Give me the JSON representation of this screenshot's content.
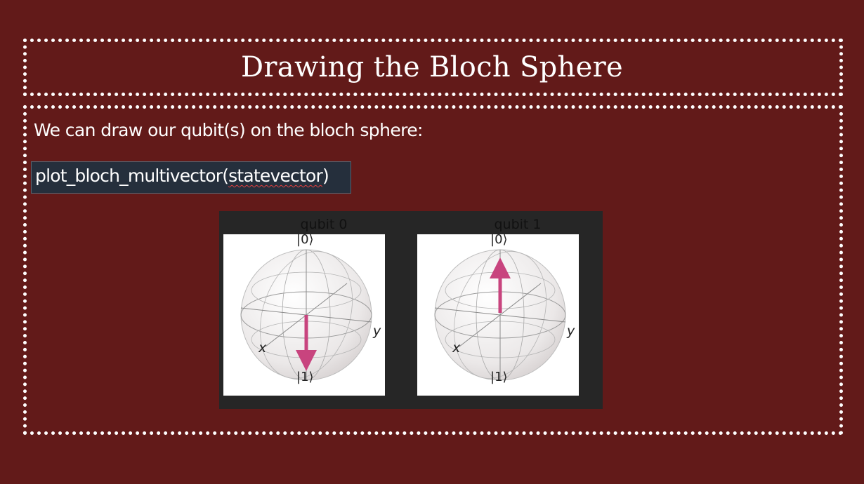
{
  "slide": {
    "title": "Drawing the Bloch Sphere",
    "intro": "We can draw our qubit(s) on the bloch sphere:",
    "code": {
      "function": "plot_bloch_multivector(",
      "argument": "statevector",
      "close": ")"
    }
  },
  "figure": {
    "spheres": [
      {
        "title": "qubit 0",
        "top_label": "|0⟩",
        "bottom_label": "|1⟩",
        "x_label": "x",
        "y_label": "y",
        "state_vector": "down",
        "arrow_color": "#c8447e"
      },
      {
        "title": "qubit 1",
        "top_label": "|0⟩",
        "bottom_label": "|1⟩",
        "x_label": "x",
        "y_label": "y",
        "state_vector": "up",
        "arrow_color": "#c8447e"
      }
    ]
  },
  "colors": {
    "background": "#621a19",
    "frame": "#ffffff",
    "code_background": "#252f3c",
    "plot_background": "#262626"
  }
}
